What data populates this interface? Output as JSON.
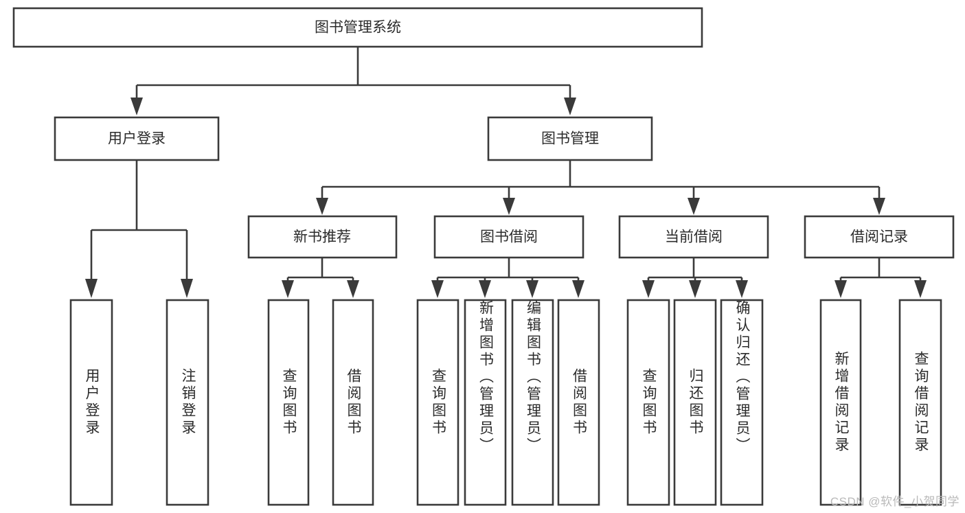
{
  "diagram": {
    "title": "图书管理系统",
    "type": "tree-hierarchy-diagram",
    "colors": {
      "stroke": "#3a3a3a",
      "fill": "#ffffff",
      "text": "#2b2b2b",
      "background": "#ffffff",
      "watermark": "#b9b9b9"
    },
    "root": {
      "label": "图书管理系统"
    },
    "level2": [
      {
        "label": "用户登录"
      },
      {
        "label": "图书管理"
      }
    ],
    "level3": [
      {
        "label": "新书推荐"
      },
      {
        "label": "图书借阅"
      },
      {
        "label": "当前借阅"
      },
      {
        "label": "借阅记录"
      }
    ],
    "leaves": {
      "user_login": [
        {
          "label": "用户登录"
        },
        {
          "label": "注销登录"
        }
      ],
      "new_book_recommend": [
        {
          "label": "查询图书"
        },
        {
          "label": "借阅图书"
        }
      ],
      "book_borrow": [
        {
          "label": "查询图书"
        },
        {
          "label": "新增图书（管理员）"
        },
        {
          "label": "编辑图书（管理员）"
        },
        {
          "label": "借阅图书"
        }
      ],
      "current_borrow": [
        {
          "label": "查询图书"
        },
        {
          "label": "归还图书"
        },
        {
          "label": "确认归还（管理员）"
        }
      ],
      "borrow_record": [
        {
          "label": "新增借阅记录"
        },
        {
          "label": "查询借阅记录"
        }
      ]
    }
  },
  "watermark": {
    "text": "CSDN @软件_小贺同学"
  }
}
